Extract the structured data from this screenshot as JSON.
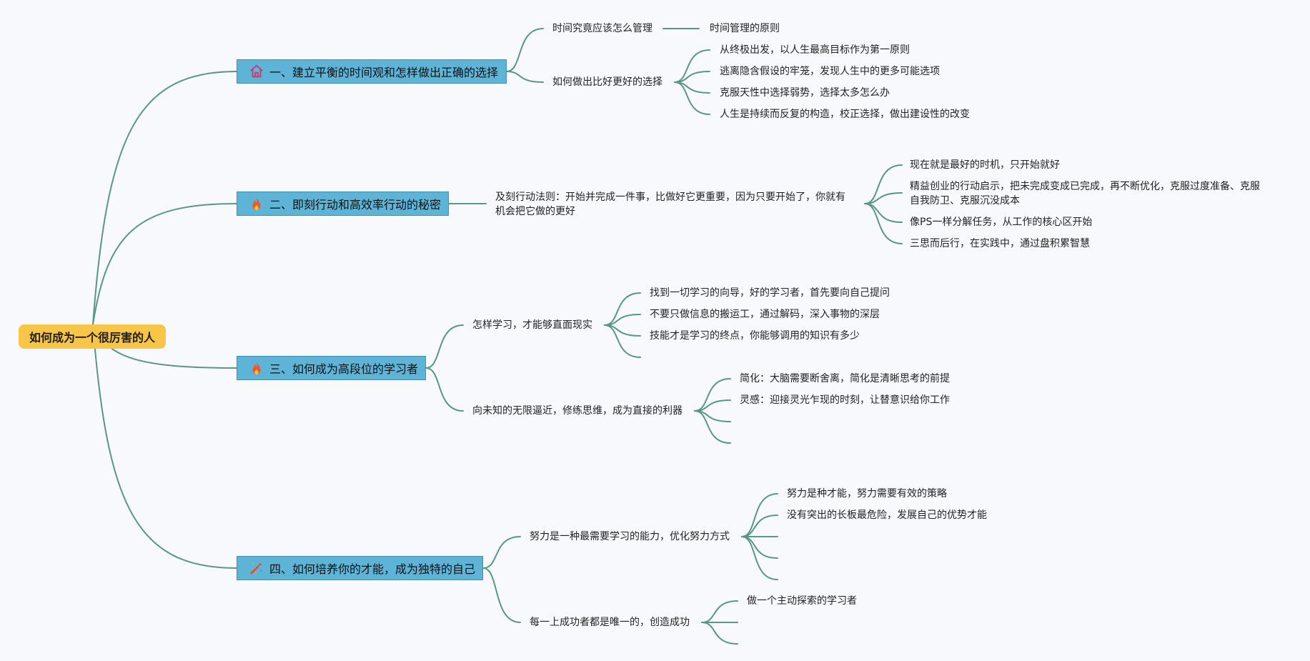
{
  "root": {
    "label": "如何成为一个很厉害的人"
  },
  "colors": {
    "root_bg": "#f7c548",
    "topic_bg": "#5db4d6",
    "link": "#5a9688"
  },
  "topics": [
    {
      "label": "一、建立平衡的时间观和怎样做出正确的选择",
      "icon": "home-icon",
      "subtopics": [
        {
          "label": "时间究竟应该怎么管理",
          "children": [
            "时间管理的原则"
          ]
        },
        {
          "label": "如何做出比好更好的选择",
          "children": [
            "从终极出发，以人生最高目标作为第一原则",
            "逃离隐含假设的牢笼，发现人生中的更多可能选项",
            "克服天性中选择弱势，选择太多怎么办",
            "人生是持续而反复的构造，校正选择，做出建设性的改变"
          ]
        }
      ]
    },
    {
      "label": "二、即刻行动和高效率行动的秘密",
      "icon": "fire-icon",
      "subtopics": [
        {
          "label": "及刻行动法则：开始并完成一件事，比做好它更重要，因为只要开始了，你就有机会把它做的更好",
          "children": [
            "现在就是最好的时机，只开始就好",
            "精益创业的行动启示，把未完成变成已完成，再不断优化，克服过度准备、克服自我防卫、克服沉没成本",
            "像PS一样分解任务，从工作的核心区开始",
            "三思而后行，在实践中，通过盘积累智慧"
          ]
        }
      ]
    },
    {
      "label": "三、如何成为高段位的学习者",
      "icon": "fire-icon",
      "subtopics": [
        {
          "label": "怎样学习，才能够直面现实",
          "children": [
            "找到一切学习的向导，好的学习者，首先要向自己提问",
            "不要只做信息的搬运工，通过解码，深入事物的深层",
            "技能才是学习的终点，你能够调用的知识有多少",
            ""
          ]
        },
        {
          "label": "向未知的无限逼近，修练思维，成为直接的利器",
          "children": [
            "简化：大脑需要断舍离，简化是清晰思考的前提",
            "灵感：迎接灵光乍现的时刻，让替意识给你工作",
            "",
            ""
          ]
        }
      ]
    },
    {
      "label": "四、如何培养你的才能，成为独特的自己",
      "icon": "tools-icon",
      "subtopics": [
        {
          "label": "努力是一种最需要学习的能力，优化努力方式",
          "children": [
            "努力是种才能，努力需要有效的策略",
            "没有突出的长板最危险，发展自己的优势才能",
            "",
            "",
            ""
          ]
        },
        {
          "label": "每一上成功者都是唯一的，创造成功",
          "children": [
            "做一个主动探索的学习者",
            "",
            ""
          ]
        }
      ]
    }
  ]
}
